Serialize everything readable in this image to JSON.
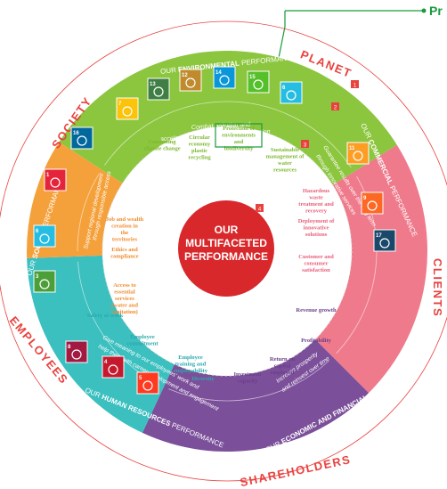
{
  "callout": {
    "label": "Pr",
    "color": "#1a9a3a"
  },
  "outer_labels": {
    "planet": "PLANET",
    "clients": "CLIENTS",
    "shareholders": "SHAREHOLDERS",
    "employees": "EMPLOYEES",
    "society": "SOCIETY"
  },
  "center": {
    "line1": "OUR",
    "line2": "MULTIFACETED",
    "line3": "PERFORMANCE",
    "color": "#d8282b"
  },
  "segments": {
    "environmental": {
      "color": "#8cc63f",
      "perf_prefix": "OUR ",
      "perf_strong": "ENVIRONMENTAL",
      "perf_suffix": " PERFORMANCE",
      "band_text_1": "Combat pollution and",
      "band_text_2": "accelerate the ecological transformation",
      "sdg_numbers": [
        "7",
        "13",
        "12",
        "14",
        "15",
        "6"
      ],
      "sdg_colors": [
        "#fcc30b",
        "#3f7e44",
        "#bf8b2e",
        "#0a97d9",
        "#56c02b",
        "#26bde2"
      ],
      "items": [
        "Combating climate change",
        "Circular economy plastic recycling",
        "Protection of environments and biodiversity",
        "Sustainable management of water resources"
      ]
    },
    "commercial": {
      "color": "#ef7a8b",
      "perf_prefix": "OUR ",
      "perf_strong": "COMMERCIAL",
      "perf_suffix": " PERFORMANCE",
      "band_text_1": "Guarantee results over the long term",
      "band_text_2": "through innovative services",
      "sdg_numbers": [
        "11",
        "9",
        "17"
      ],
      "sdg_colors": [
        "#fd9d24",
        "#fd6925",
        "#19486a"
      ],
      "items": [
        "Hazardous waste treatment and recovery",
        "Deployment of innovative solutions",
        "Customer and consumer satisfaction"
      ]
    },
    "economic": {
      "color": "#7b4f9a",
      "perf_prefix": "OUR ",
      "perf_strong": "ECONOMIC AND FINANCIAL",
      "perf_suffix": " PERFORMANCE",
      "band_text_1": "Increase prosperity",
      "band_text_2": "and reinvest over time",
      "items": [
        "Revenue growth",
        "Profitability",
        "Return on capital employed",
        "Investment capacity"
      ]
    },
    "human": {
      "color": "#3bbfbf",
      "perf_prefix": "OUR ",
      "perf_strong": "HUMAN RESOURCES",
      "perf_suffix": " PERFORMANCE",
      "band_text_1": "Give meaning to our employees' work and",
      "band_text_2": "help them with career development and engagement",
      "sdg_numbers": [
        "8",
        "4",
        "5"
      ],
      "sdg_colors": [
        "#a21942",
        "#c5192d",
        "#ff3a21"
      ],
      "items": [
        "Safety at work",
        "Employee commitment",
        "Employee training and employability",
        "Diversity"
      ]
    },
    "social": {
      "color": "#f5a13b",
      "perf_prefix": "OUR ",
      "perf_strong": "SOCIAL",
      "perf_suffix": " PERFORMANCE",
      "band_text_1": "Support regional development",
      "band_text_2": "through responsible access",
      "sdg_numbers": [
        "16",
        "1",
        "6",
        "3"
      ],
      "sdg_colors": [
        "#00689d",
        "#e5243b",
        "#26bde2",
        "#4c9f38"
      ],
      "items": [
        "Job and wealth creation in the territories",
        "Ethics and compliance",
        "Access to essential services (water and sanitation)"
      ]
    }
  },
  "markers": [
    "1",
    "2",
    "3",
    "4"
  ]
}
